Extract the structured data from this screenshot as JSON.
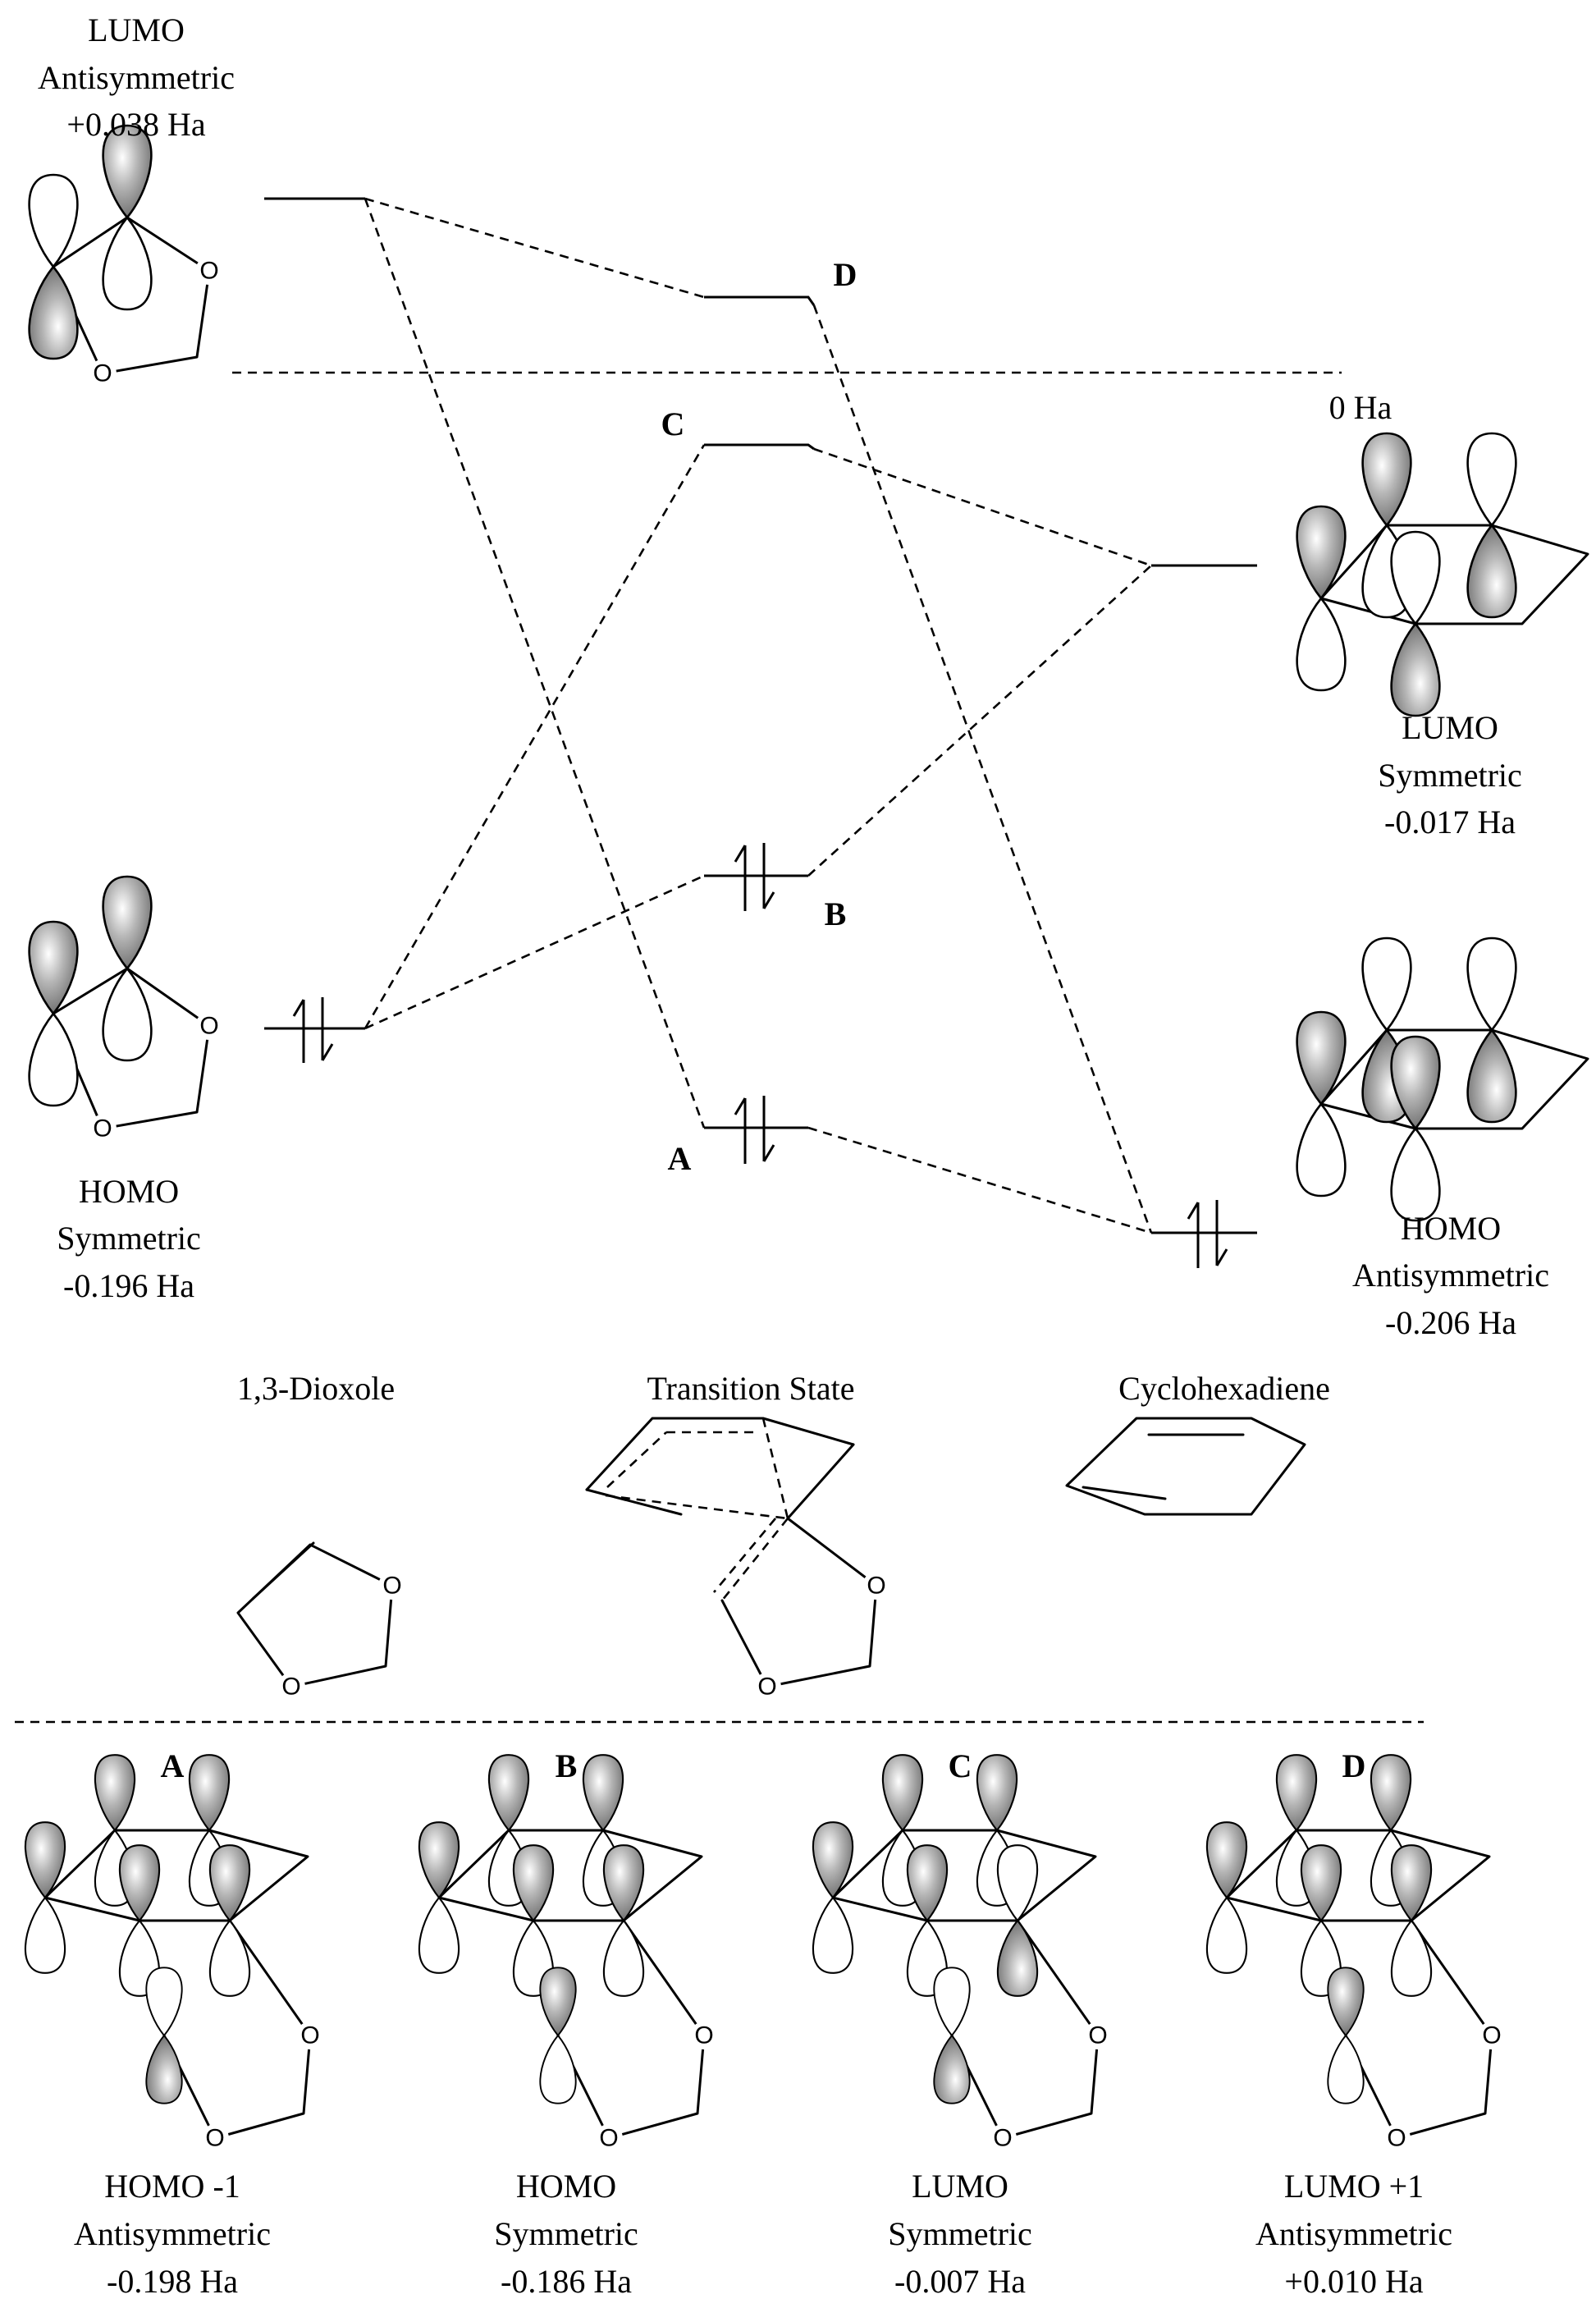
{
  "title": "",
  "labels": {
    "dioxole_lumo": {
      "line1": "LUMO",
      "line2": "Antisymmetric",
      "line3": "+0.038 Ha"
    },
    "dioxole_homo": {
      "line1": "HOMO",
      "line2": "Symmetric",
      "line3": "-0.196 Ha"
    },
    "chd_lumo": {
      "line1": "LUMO",
      "line2": "Symmetric",
      "line3": "-0.017 Ha"
    },
    "chd_homo": {
      "line1": "HOMO",
      "line2": "Antisymmetric",
      "line3": "-0.206 Ha"
    },
    "zero": "0 Ha",
    "ts_levels": [
      "A",
      "B",
      "C",
      "D"
    ],
    "dioxole_name": "1,3-Dioxole",
    "ts_name": "Transition State",
    "chd_name": "Cyclohexadiene",
    "oxygen": "O"
  },
  "bottom_orbitals": [
    {
      "tag": "A",
      "line1": "HOMO -1",
      "line2": "Antisymmetric",
      "line3": "-0.198 Ha"
    },
    {
      "tag": "B",
      "line1": "HOMO",
      "line2": "Symmetric",
      "line3": "-0.186 Ha"
    },
    {
      "tag": "C",
      "line1": "LUMO",
      "line2": "Symmetric",
      "line3": "-0.007 Ha"
    },
    {
      "tag": "D",
      "line1": "LUMO +1",
      "line2": "Antisymmetric",
      "line3": "+0.010 Ha"
    }
  ],
  "colors": {
    "line": "#000000",
    "lobe_shade": "#8a8a8a",
    "background": "#ffffff"
  }
}
